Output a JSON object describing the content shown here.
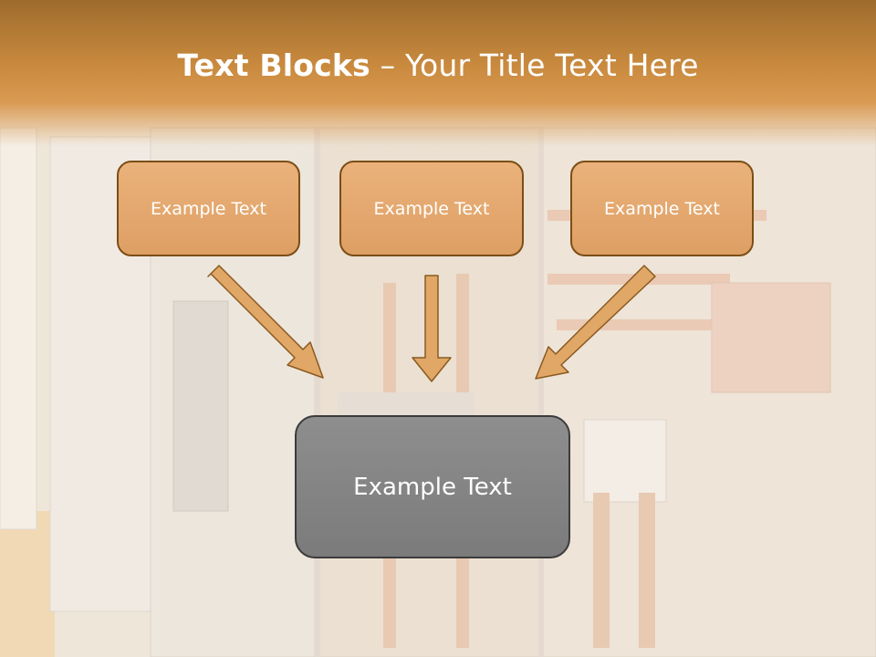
{
  "title": {
    "bold": "Text Blocks",
    "rest": " – Your Title Text Here"
  },
  "blocks": {
    "left": "Example Text",
    "middle": "Example Text",
    "right": "Example Text",
    "center": "Example Text"
  },
  "colors": {
    "header": "#c98a3e",
    "box_fill": "#e2a56b",
    "box_border": "#7a4e16",
    "center_fill": "#858585",
    "arrow_fill": "#e1a767"
  }
}
